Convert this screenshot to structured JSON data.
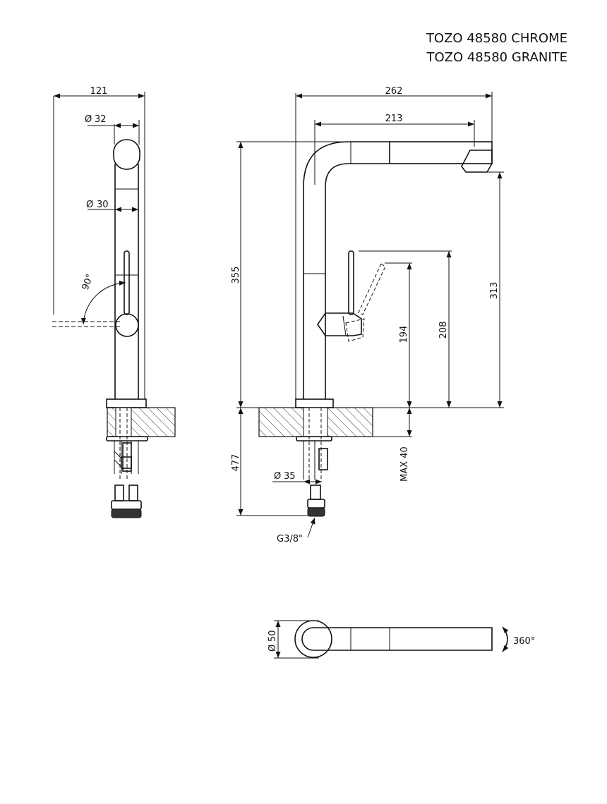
{
  "title": {
    "line1": "TOZO 48580 CHROME",
    "line2": "TOZO 48580 GRANITE"
  },
  "side_view": {
    "width": "121",
    "dia_top": "32",
    "dia_body": "30",
    "angle": "90°"
  },
  "front_view": {
    "total_width": "262",
    "spout_reach": "213",
    "height": "355",
    "spout_height": "313",
    "lever_height_high": "208",
    "lever_height_low": "194",
    "below_height": "477",
    "max_thickness": "MAX 40",
    "dia_base": "35",
    "thread": "G3/8\""
  },
  "top_view": {
    "dia": "50",
    "rotation": "360°"
  },
  "symbols": {
    "diameter": "Ø"
  }
}
